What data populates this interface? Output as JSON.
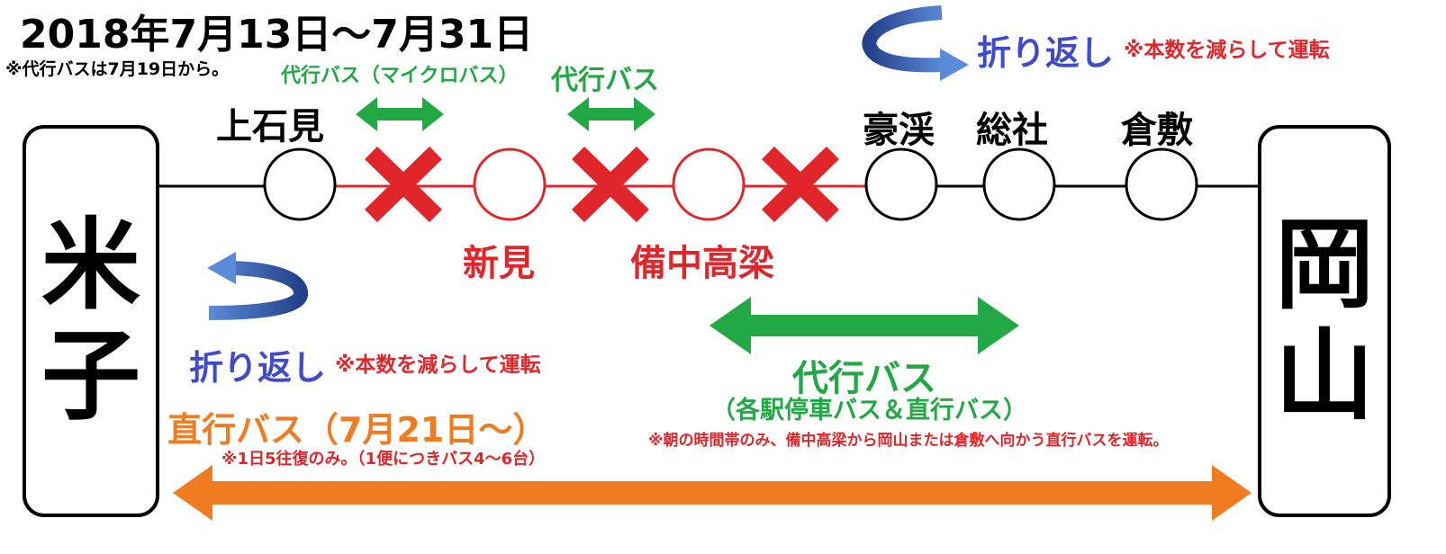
{
  "header": {
    "date_range": "2018年7月13日〜7月31日",
    "note": "※代行バスは7月19日から。"
  },
  "terminals": {
    "left": {
      "chars": [
        "米",
        "子"
      ]
    },
    "right": {
      "chars": [
        "岡",
        "山"
      ]
    }
  },
  "stations": {
    "kamiishimi": "上石見",
    "niimi": "新見",
    "bitchu_takahashi": "備中高梁",
    "gokei": "豪渓",
    "soja": "総社",
    "kurashiki": "倉敷"
  },
  "labels": {
    "substitute_bus_micro": "代行バス（マイクロバス）",
    "substitute_bus": "代行バス",
    "turnback_right": "折り返し",
    "reduced_right": "※本数を減らして運転",
    "turnback_left": "折り返し",
    "reduced_left": "※本数を減らして運転",
    "substitute_bus_big": "代行バス",
    "substitute_bus_kinds": "（各駅停車バス＆直行バス）",
    "morning_note": "※朝の時間帯のみ、備中高梁から岡山または倉敷へ向かう直行バスを運転。",
    "direct_bus": "直行バス（7月21日〜）",
    "direct_bus_note": "※1日5往復のみ。（1便につきバス4〜6台）"
  },
  "colors": {
    "suspended_red": "#e0262a",
    "bus_green": "#22a845",
    "direct_orange": "#f07c22",
    "turnback_blue": "#3f4bc8",
    "arrow_blue": "#3f6fc4",
    "line_black": "#000000"
  },
  "icons": {
    "suspended": "red-x-icon",
    "bus_route": "double-arrow-icon",
    "turnback": "u-turn-arrow-icon"
  }
}
